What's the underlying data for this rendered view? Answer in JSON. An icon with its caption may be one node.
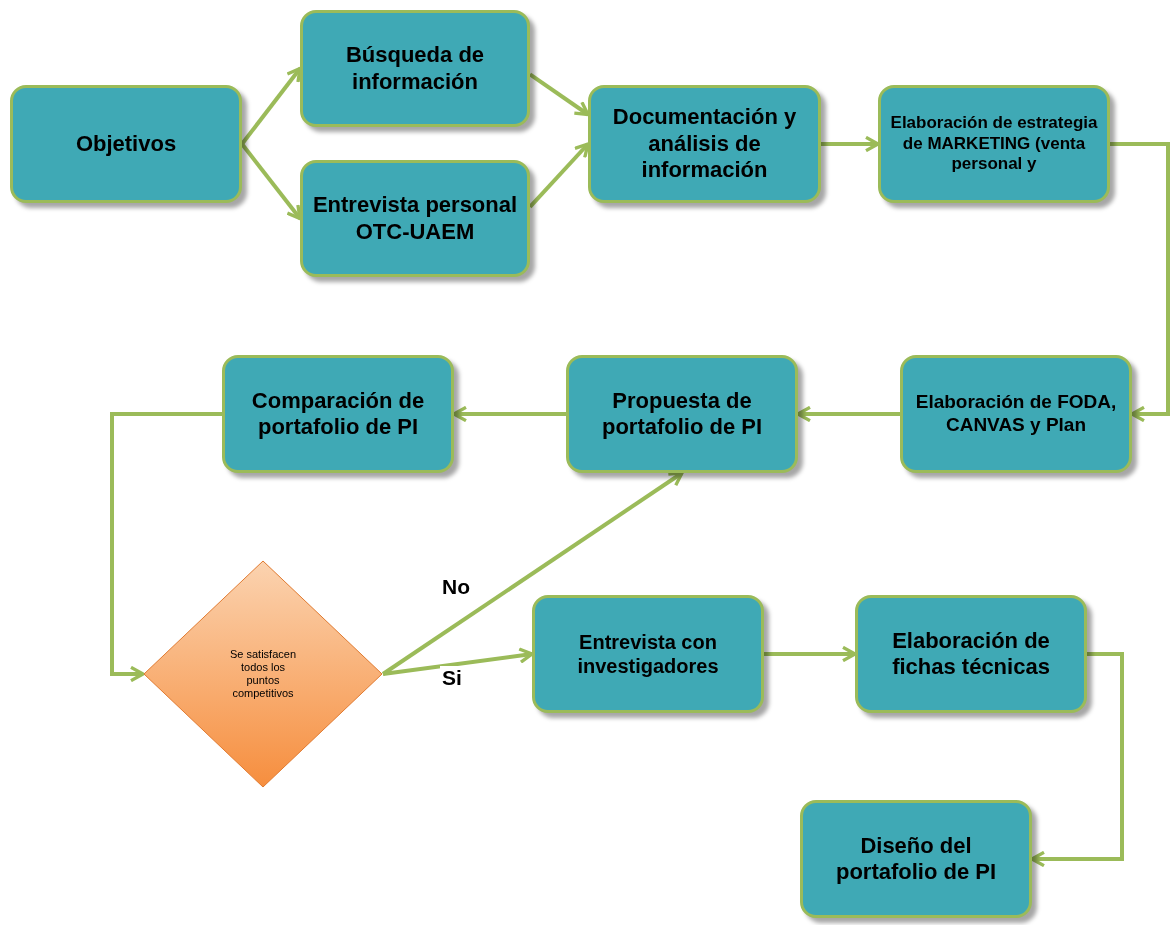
{
  "diagram": {
    "nodes": [
      {
        "text": [
          "Objetivos"
        ]
      },
      {
        "text": [
          "Búsqueda de información"
        ]
      },
      {
        "text": [
          "Entrevista personal OTC-UAEM"
        ]
      },
      {
        "text": [
          "Documentación y análisis de información"
        ]
      },
      {
        "text": [
          "Elaboración de estrategia de MARKETING (venta personal y"
        ]
      },
      {
        "text": [
          "Elaboración de FODA, CANVAS y Plan"
        ]
      },
      {
        "text": [
          "Propuesta de portafolio de PI"
        ]
      },
      {
        "text": [
          "Comparación de portafolio de PI"
        ]
      },
      {
        "text": [
          "Se satisfacen todos los puntos competitivos"
        ]
      },
      {
        "text": [
          "Entrevista con investigadores"
        ]
      },
      {
        "text": [
          "Elaboración de fichas técnicas"
        ]
      },
      {
        "text": [
          "Diseño del portafolio de PI"
        ]
      }
    ],
    "edges": [
      {
        "from": 0,
        "to": 1,
        "arrow": "to"
      },
      {
        "from": 0,
        "to": 2,
        "arrow": "to"
      },
      {
        "from": 1,
        "to": 3,
        "arrow": "to"
      },
      {
        "from": 2,
        "to": 3,
        "arrow": "to"
      },
      {
        "from": 3,
        "to": 4,
        "arrow": "to"
      },
      {
        "from": 4,
        "to": 5,
        "arrow": "to"
      },
      {
        "from": 5,
        "to": 6,
        "arrow": "to"
      },
      {
        "from": 6,
        "to": 7,
        "arrow": "to"
      },
      {
        "from": 7,
        "to": 8,
        "arrow": "to"
      },
      {
        "from": 8,
        "to": 6,
        "arrow": "to",
        "label": "No"
      },
      {
        "from": 8,
        "to": 9,
        "arrow": "to",
        "label": "Si"
      },
      {
        "from": 9,
        "to": 10,
        "arrow": "to"
      },
      {
        "from": 10,
        "to": 11,
        "arrow": "to"
      }
    ]
  }
}
